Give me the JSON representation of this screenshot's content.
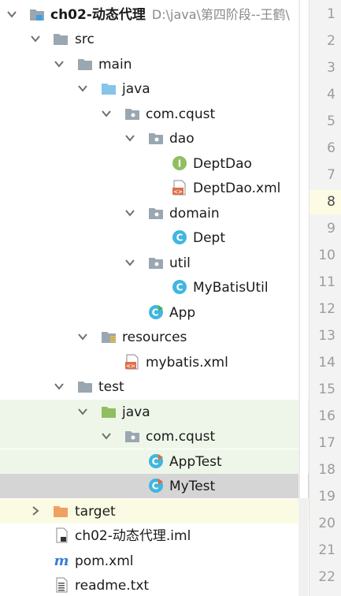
{
  "project": {
    "name": "ch02-动态代理",
    "path": "D:\\java\\第四阶段--王鹤\\"
  },
  "tree": {
    "src": "src",
    "main": "main",
    "java_main": "java",
    "pkg_main": "com.cqust",
    "dao": "dao",
    "dept_dao": "DeptDao",
    "dept_dao_xml": "DeptDao.xml",
    "domain": "domain",
    "dept": "Dept",
    "util": "util",
    "mybatis_util": "MyBatisUtil",
    "app": "App",
    "resources": "resources",
    "mybatis_xml": "mybatis.xml",
    "test": "test",
    "java_test": "java",
    "pkg_test": "com.cqust",
    "app_test": "AppTest",
    "my_test": "MyTest",
    "target": "target",
    "iml": "ch02-动态代理.iml",
    "pom": "pom.xml",
    "readme": "readme.txt"
  },
  "gutter": {
    "lines": [
      "1",
      "2",
      "3",
      "4",
      "5",
      "6",
      "7",
      "8",
      "9",
      "10",
      "11",
      "12",
      "13",
      "14",
      "15",
      "16",
      "17",
      "18",
      "19",
      "20",
      "21",
      "22"
    ],
    "current_line": "8"
  },
  "colors": {
    "folder": "#9aa7b0",
    "source_folder": "#87c4ea",
    "test_folder": "#8fbf5e",
    "excluded_folder": "#f0a060",
    "class_icon": "#40b6e0",
    "interface_icon": "#8fbf5e",
    "xml_badge": "#e0704a",
    "test_bg": "#eef6e9",
    "excluded_bg": "#fbfbe3",
    "selected_bg": "#d5d5d5"
  }
}
